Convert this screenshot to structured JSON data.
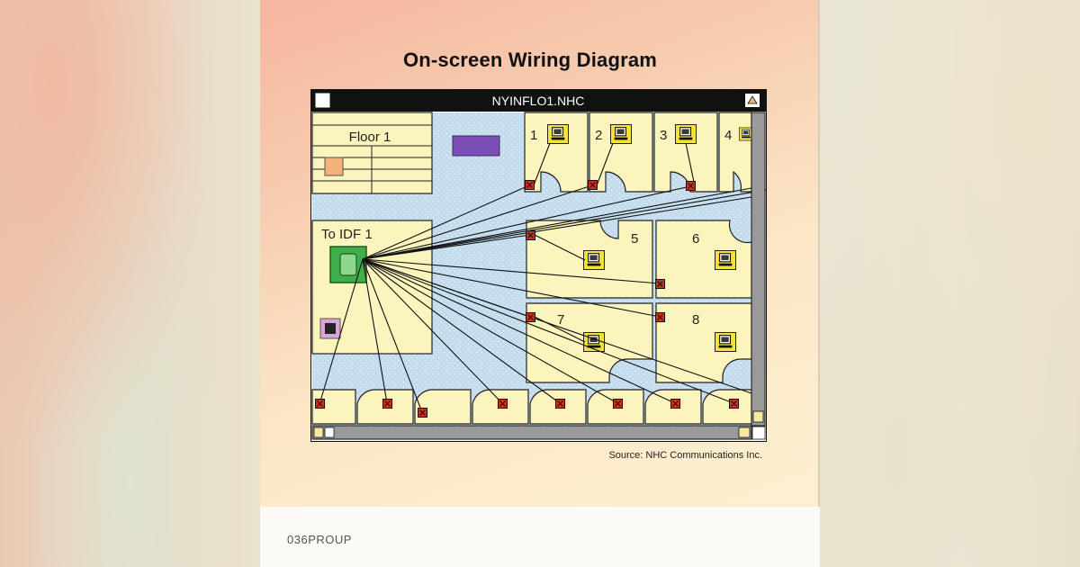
{
  "figure": {
    "title": "On-screen Wiring Diagram",
    "window_title": "NYINFLO1.NHC",
    "source": "Source: NHC Communications Inc."
  },
  "diagram": {
    "floor_label": "Floor 1",
    "idf_label": "To IDF 1",
    "office_numbers": [
      "1",
      "2",
      "3",
      "4",
      "5",
      "6",
      "7",
      "8"
    ]
  },
  "caption": "036PROUP",
  "colors": {
    "window_bar": "#111111",
    "room_fill": "#fbf5bd",
    "corridor_fill": "#c2dced",
    "idf_box": "#3faf4a",
    "outlet": "#c8281e",
    "purple_block": "#7b4fb5",
    "orange_square": "#f3b27a",
    "scrollbar": "#9a9a9a"
  }
}
